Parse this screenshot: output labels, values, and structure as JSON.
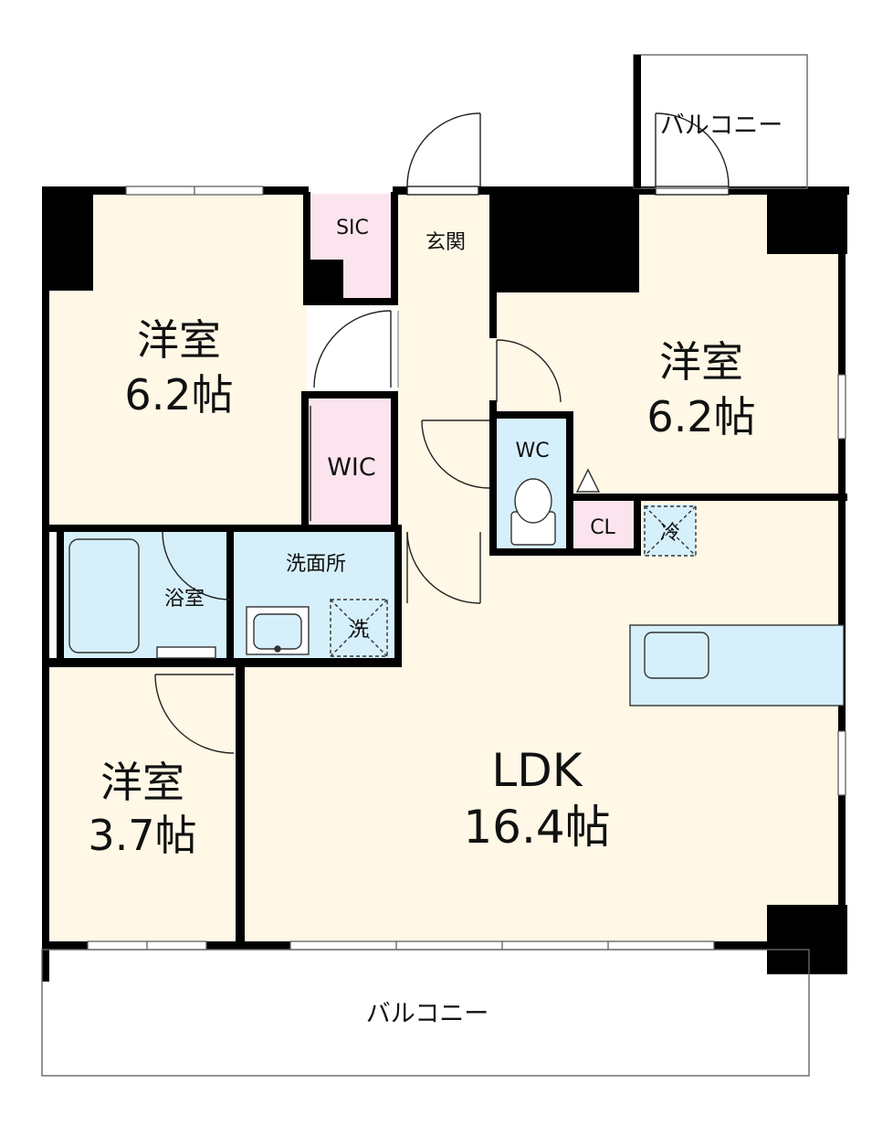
{
  "rooms": {
    "bedroom_nw": {
      "name": "洋室",
      "size": "6.2帖"
    },
    "bedroom_ne": {
      "name": "洋室",
      "size": "6.2帖"
    },
    "bedroom_sw": {
      "name": "洋室",
      "size": "3.7帖"
    },
    "ldk": {
      "name": "LDK",
      "size": "16.4帖"
    },
    "sic": "SIC",
    "entrance": "玄関",
    "wic": "WIC",
    "wc": "WC",
    "cl": "CL",
    "fridge": "冷",
    "bath": "浴室",
    "washroom": "洗面所",
    "washer": "洗"
  },
  "balconies": {
    "north": "バルコニー",
    "south": "バルコニー"
  },
  "colors": {
    "room_floor": "#fff8e6",
    "wet_area": "#d6f0fb",
    "storage": "#fbe4ee",
    "wall": "#000000"
  }
}
